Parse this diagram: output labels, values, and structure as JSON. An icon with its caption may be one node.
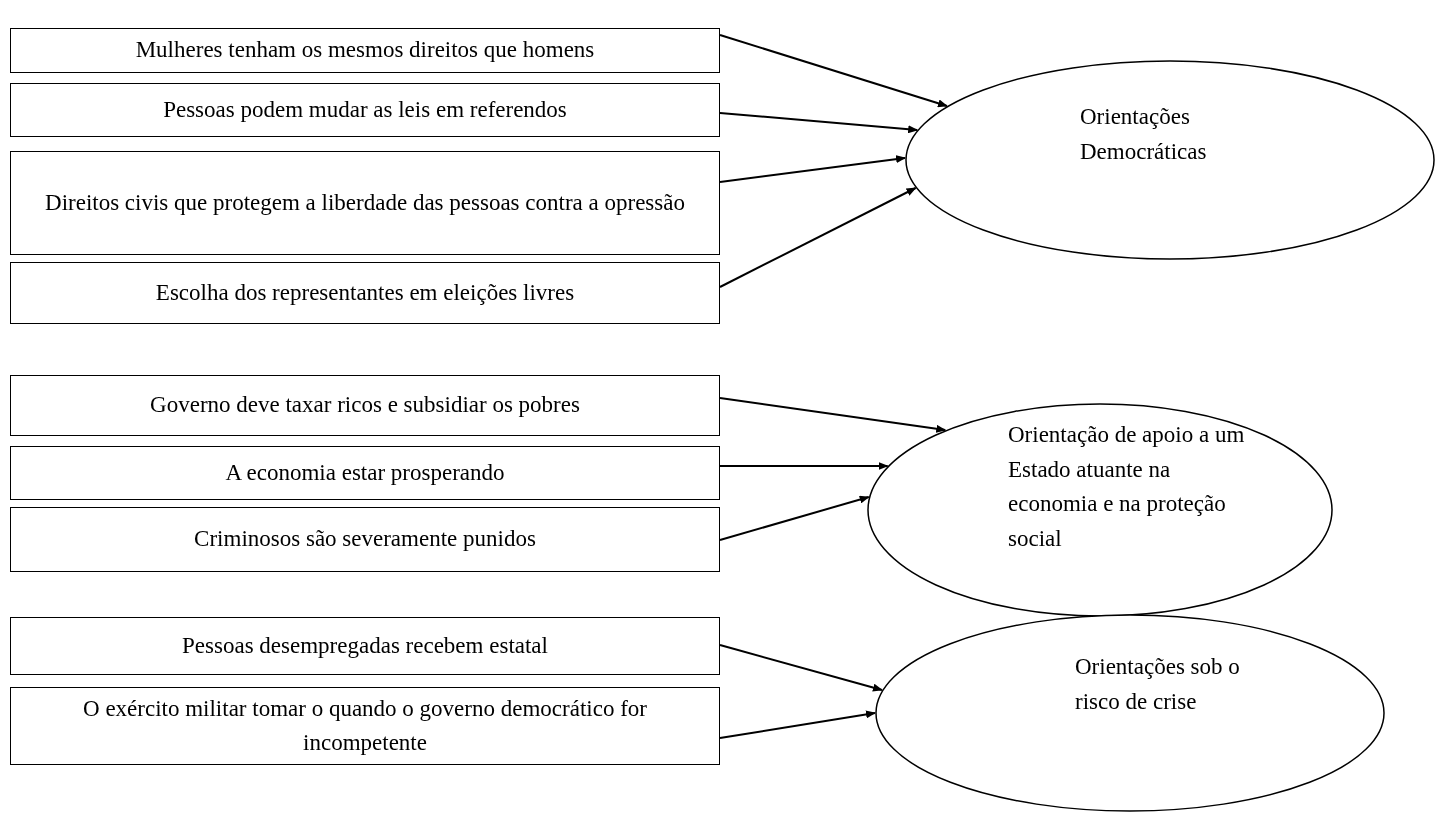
{
  "diagram": {
    "nodes": [
      {
        "text": [
          "Mulheres tenham os mesmos direitos que homens"
        ]
      },
      {
        "text": [
          "Pessoas podem mudar as leis em referendos"
        ]
      },
      {
        "text": [
          "Direitos civis que protegem a liberdade das pessoas contra a opressão"
        ]
      },
      {
        "text": [
          "Escolha dos representantes em eleições livres"
        ]
      },
      {
        "text": [
          "Orientações Democráticas"
        ]
      },
      {
        "text": [
          "Governo deve taxar ricos e subsidiar os pobres"
        ]
      },
      {
        "text": [
          "A economia estar prosperando"
        ]
      },
      {
        "text": [
          "Criminosos são severamente punidos"
        ]
      },
      {
        "text": [
          "Orientação de apoio a um Estado atuante na economia e na proteção social"
        ]
      },
      {
        "text": [
          "Pessoas desempregadas recebem estatal"
        ]
      },
      {
        "text": [
          "O exército militar tomar o quando o governo democrático for incompetente"
        ]
      },
      {
        "text": [
          "Orientações sob o risco de crise"
        ]
      }
    ],
    "edges": [
      {
        "from": 0,
        "to": 4,
        "arrow": "to"
      },
      {
        "from": 1,
        "to": 4,
        "arrow": "to"
      },
      {
        "from": 2,
        "to": 4,
        "arrow": "to"
      },
      {
        "from": 3,
        "to": 4,
        "arrow": "to"
      },
      {
        "from": 5,
        "to": 8,
        "arrow": "to"
      },
      {
        "from": 6,
        "to": 8,
        "arrow": "to"
      },
      {
        "from": 7,
        "to": 8,
        "arrow": "to"
      },
      {
        "from": 9,
        "to": 11,
        "arrow": "to"
      },
      {
        "from": 10,
        "to": 11,
        "arrow": "to"
      }
    ]
  }
}
